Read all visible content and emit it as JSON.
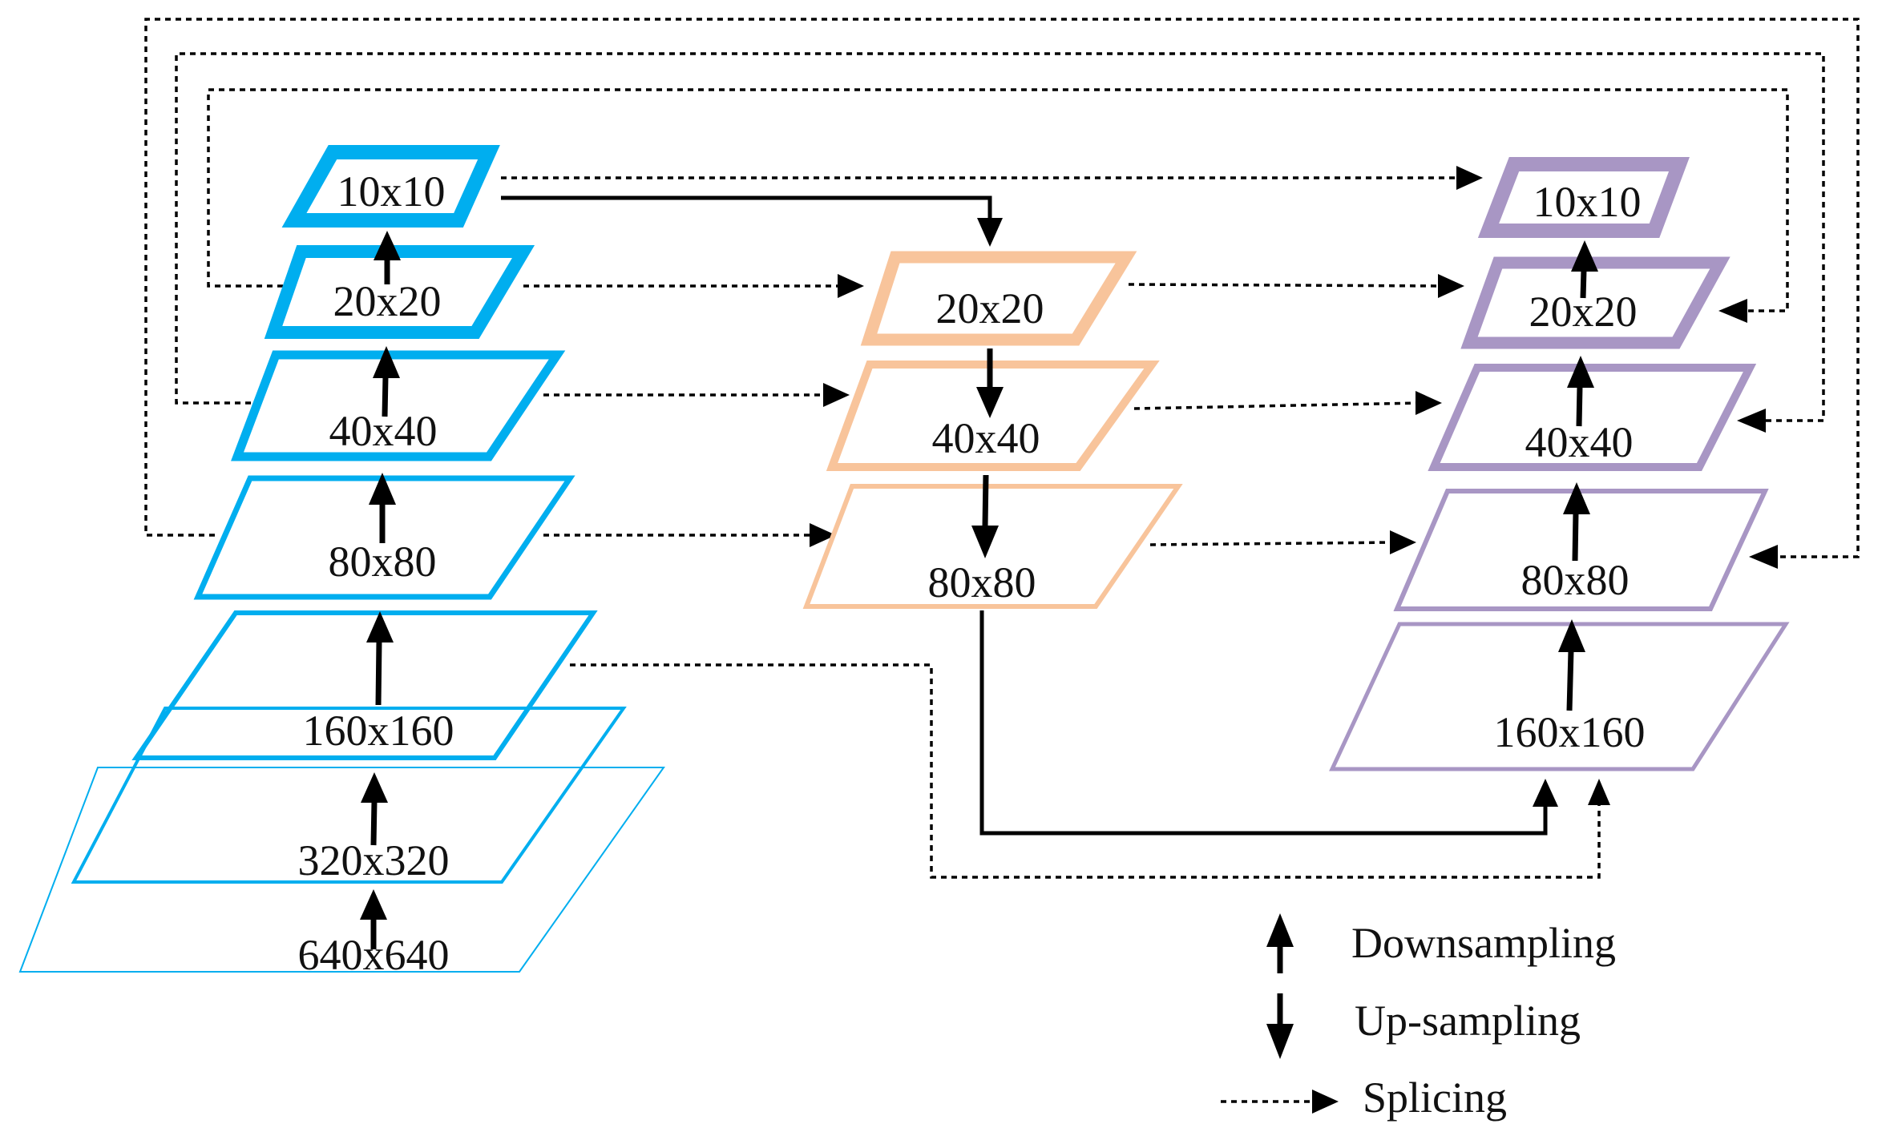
{
  "colors": {
    "backbone": "#00AEEF",
    "neck": "#F8C49B",
    "head": "#A896C4",
    "arrows": "#000000"
  },
  "backbone": {
    "layers": [
      {
        "label": "640x640"
      },
      {
        "label": "320x320"
      },
      {
        "label": "160x160"
      },
      {
        "label": "80x80"
      },
      {
        "label": "40x40"
      },
      {
        "label": "20x20"
      },
      {
        "label": "10x10"
      }
    ]
  },
  "neck": {
    "layers": [
      {
        "label": "20x20"
      },
      {
        "label": "40x40"
      },
      {
        "label": "80x80"
      }
    ]
  },
  "head": {
    "layers": [
      {
        "label": "160x160"
      },
      {
        "label": "80x80"
      },
      {
        "label": "40x40"
      },
      {
        "label": "20x20"
      },
      {
        "label": "10x10"
      }
    ]
  },
  "legend": {
    "downsampling": "Downsampling",
    "upsampling": "Up-sampling",
    "splicing": "Splicing"
  }
}
